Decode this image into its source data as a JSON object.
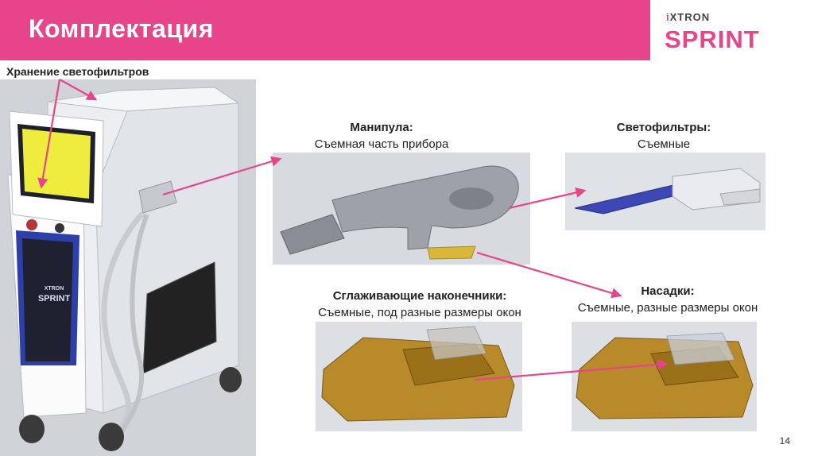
{
  "header": {
    "title": "Комплектация",
    "brand_small": "XTRON",
    "brand_big": "SPRINT",
    "accent_color": "#e8448b"
  },
  "device": {
    "storage_label": "Хранение светофильтров",
    "panel_brand_small": "XTRON",
    "panel_brand_big": "SPRINT"
  },
  "callouts": {
    "handpiece": {
      "title": "Манипула:",
      "desc": "Съемная часть прибора"
    },
    "filters": {
      "title": "Светофильтры:",
      "desc": "Съемные"
    },
    "tips": {
      "title": "Сглаживающие наконечники:",
      "desc": "Съемные, под разные размеры окон"
    },
    "nozzles": {
      "title": "Насадки:",
      "desc": "Съемные, разные размеры окон"
    }
  },
  "page_number": "14",
  "icons": [
    "arrow-icon"
  ]
}
